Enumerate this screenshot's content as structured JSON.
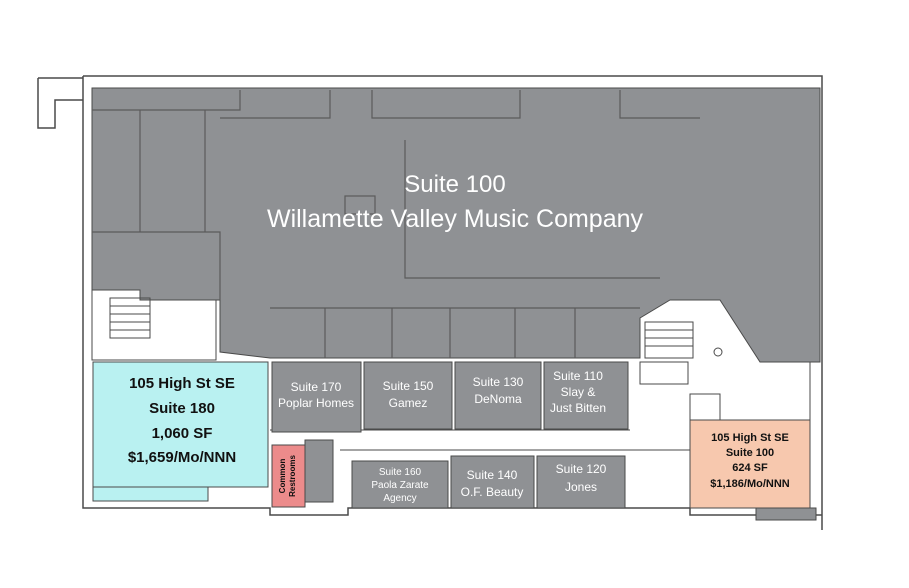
{
  "colors": {
    "occupied": "#8f9194",
    "wall": "#4a4a4a",
    "suite180": "#b9f1f1",
    "suite100_small": "#f7c8ae",
    "restrooms": "#ec8b8b",
    "background": "#ffffff"
  },
  "suite_main": {
    "line1": "Suite 100",
    "line2": "Willamette Valley Music Company"
  },
  "suite170": {
    "line1": "Suite 170",
    "line2": "Poplar Homes"
  },
  "suite150": {
    "line1": "Suite 150",
    "line2": "Gamez"
  },
  "suite130": {
    "line1": "Suite 130",
    "line2": "DeNoma"
  },
  "suite110": {
    "line1": "Suite 110",
    "line2": "Slay &",
    "line3": "Just Bitten"
  },
  "suite160": {
    "line1": "Suite 160",
    "line2": "Paola Zarate",
    "line3": "Agency"
  },
  "suite140": {
    "line1": "Suite 140",
    "line2": "O.F. Beauty"
  },
  "suite120": {
    "line1": "Suite 120",
    "line2": "Jones"
  },
  "restrooms": {
    "line1": "Common",
    "line2": "Restrooms"
  },
  "available_180": {
    "line1": "105 High St SE",
    "line2": "Suite 180",
    "line3": "1,060 SF",
    "line4": "$1,659/Mo/NNN"
  },
  "available_100": {
    "line1": "105 High St SE",
    "line2": "Suite 100",
    "line3": "624 SF",
    "line4": "$1,186/Mo/NNN"
  }
}
